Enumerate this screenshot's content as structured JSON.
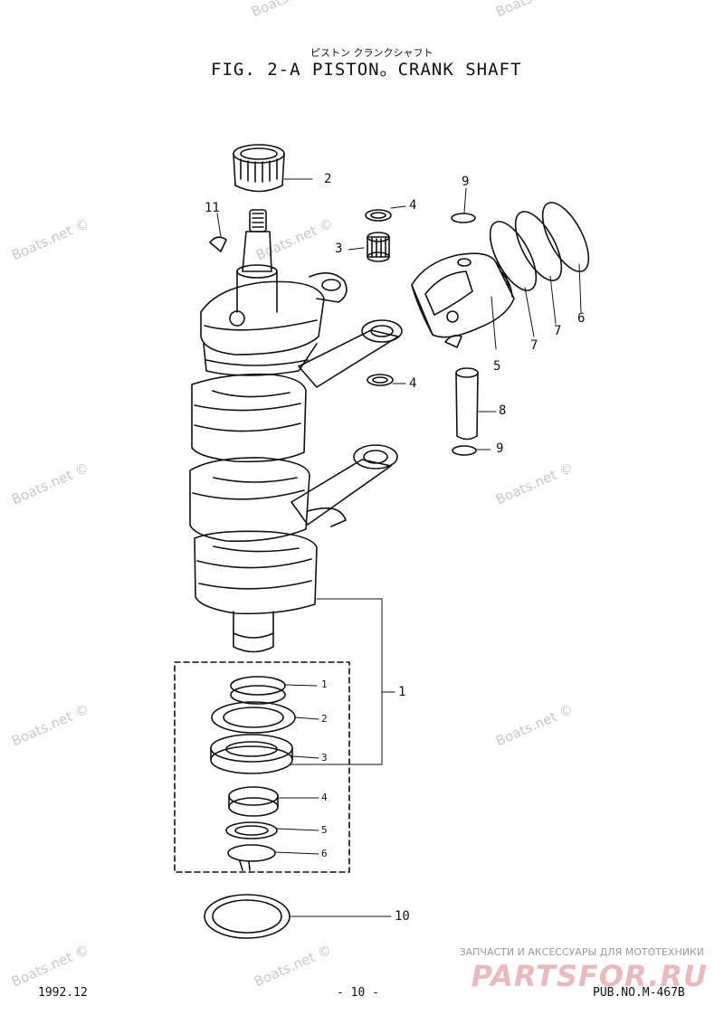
{
  "header": {
    "japanese_title": "ピストン クランクシャフト",
    "title": "FIG.  2-A PISTON。CRANK SHAFT"
  },
  "watermark": "Boats.net ©",
  "callouts": {
    "crank": [
      "2",
      "11",
      "4",
      "3",
      "4"
    ],
    "piston": [
      "9",
      "5",
      "7",
      "7",
      "6",
      "8",
      "9"
    ],
    "bearing_kit": [
      "1",
      "1",
      "2",
      "3",
      "4",
      "5",
      "6"
    ],
    "seal": [
      "10"
    ]
  },
  "footer": {
    "date": "1992.12",
    "page": "- 10 -",
    "pub": "PUB.NO.M-467B"
  },
  "brand": {
    "tagline": "ЗАПЧАСТИ И АКСЕССУАРЫ ДЛЯ МОТОТЕХНИКИ",
    "name": "PARTSFOR.RU"
  }
}
